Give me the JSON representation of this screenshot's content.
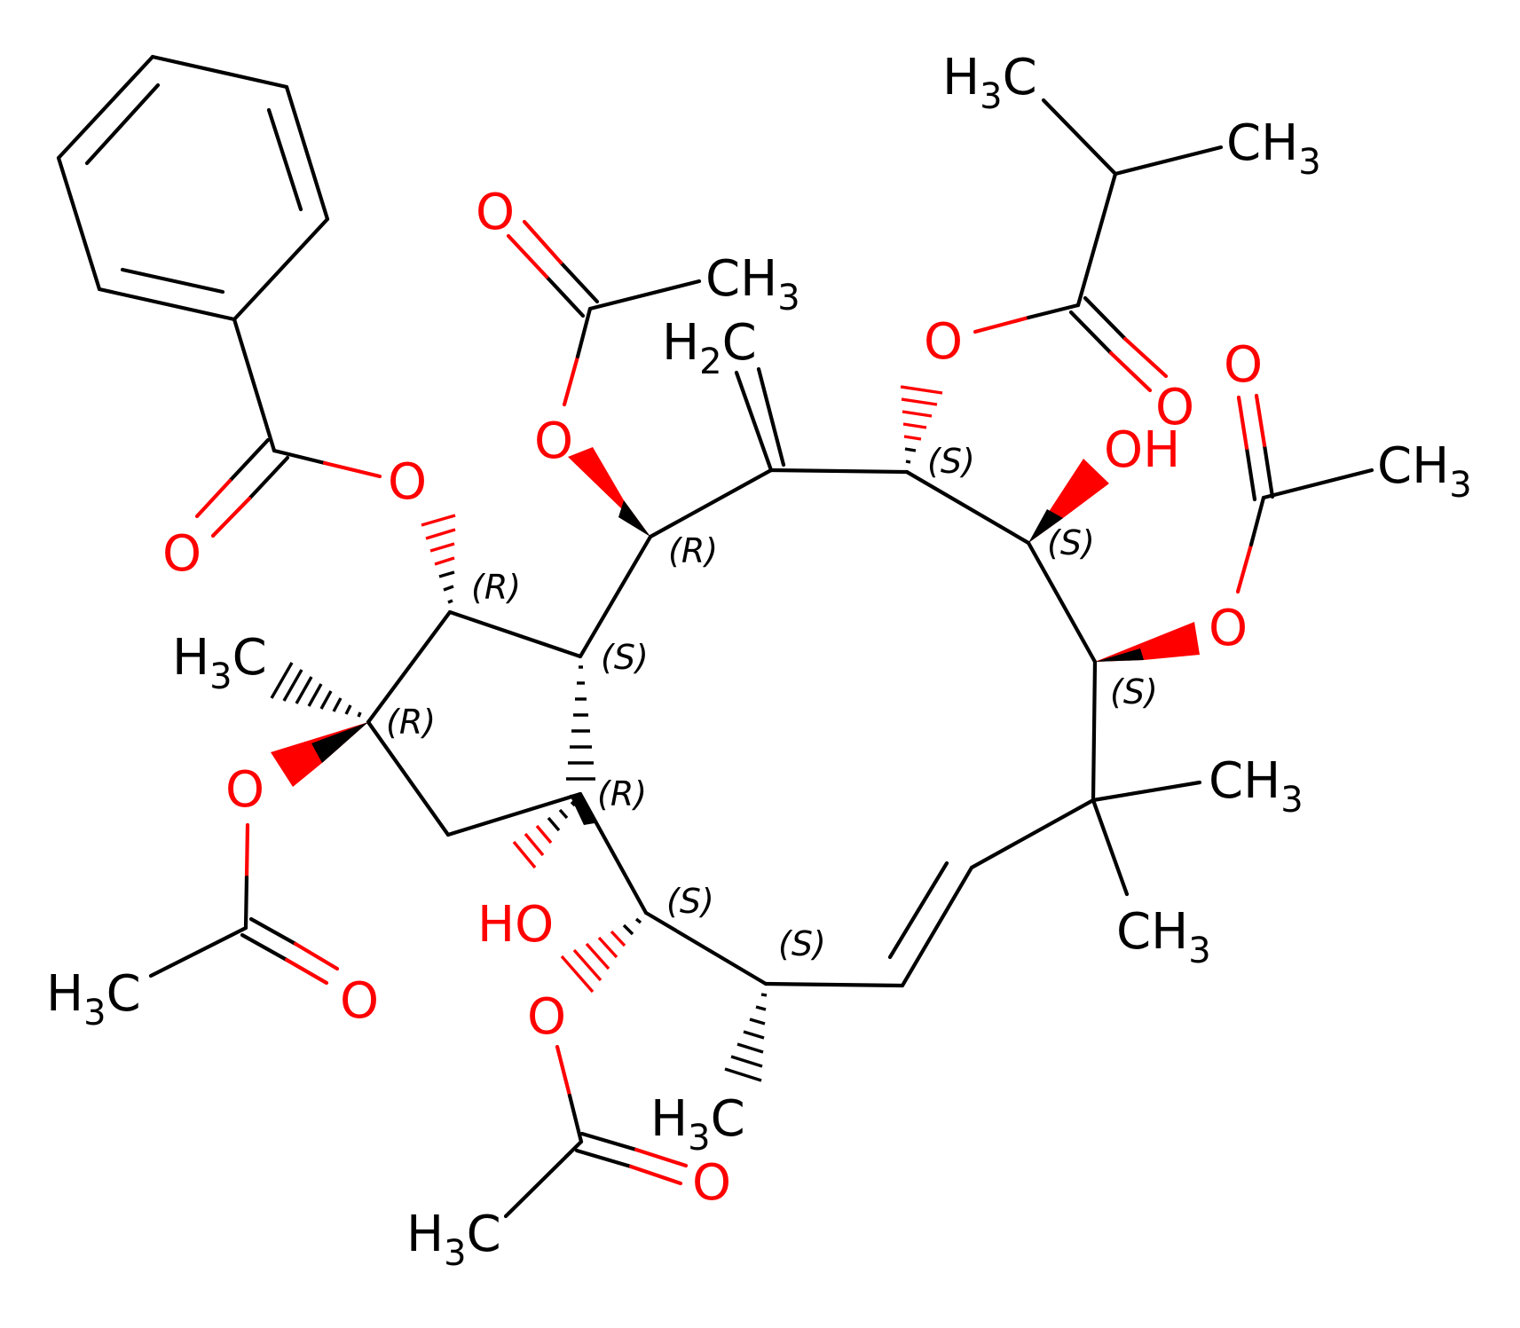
{
  "colors": {
    "carbon": "#000000",
    "oxygen": "#ff0000",
    "background": "#ffffff"
  },
  "atom_labels": {
    "o_benzoyl_carbonyl": "O",
    "o_benzoyl_ester": "O",
    "o_acetyl_top_carbonyl": "O",
    "o_acetyl_top_ester": "O",
    "ch3_acetyl_top": "CH",
    "ch3_acetyl_top_sub": "3",
    "ch2_exo": "H",
    "ch2_exo_sub": "2",
    "ch2_exo_c": "C",
    "h3c_isobutyl": "H",
    "h3c_isobutyl_sub": "3",
    "h3c_isobutyl_c": "C",
    "ch3_isobutyl": "CH",
    "ch3_isobutyl_sub": "3",
    "o_isobutyryl_ester": "O",
    "o_isobutyryl_carbonyl": "O",
    "oh_right_o": "O",
    "oh_right_h": "H",
    "o_acetyl_right_carbonyl": "O",
    "ch3_acetyl_right": "CH",
    "ch3_acetyl_right_sub": "3",
    "o_acetyl_right_ester": "O",
    "ch3_gem_upper": "CH",
    "ch3_gem_upper_sub": "3",
    "ch3_gem_lower": "CH",
    "ch3_gem_lower_sub": "3",
    "h3c_left_methyl": "H",
    "h3c_left_methyl_sub": "3",
    "h3c_left_methyl_c": "C",
    "o_acetyl_left_ester": "O",
    "o_acetyl_left_carbonyl": "O",
    "h3c_acetyl_left": "H",
    "h3c_acetyl_left_sub": "3",
    "h3c_acetyl_left_c": "C",
    "oh_ring_h": "H",
    "oh_ring_o": "O",
    "o_acetyl_bottom_ester": "O",
    "o_acetyl_bottom_carbonyl": "O",
    "h3c_acetyl_bottom": "H",
    "h3c_acetyl_bottom_sub": "3",
    "h3c_acetyl_bottom_c": "C",
    "h3c_bottom_methyl": "H",
    "h3c_bottom_methyl_sub": "3",
    "h3c_bottom_methyl_c": "C"
  },
  "stereo_labels": {
    "c_ring_top_left": "(R)",
    "c_ring_junction_upper": "(S)",
    "c_acetoxy_top": "(R)",
    "c_isobutyryloxy": "(S)",
    "c_hydroxy_right": "(S)",
    "c_acetoxy_right": "(S)",
    "c_methyl_left": "(R)",
    "c_junction_lower": "(R)",
    "c_acetoxy_bottom": "(S)",
    "c_methyl_bottom": "(S)"
  }
}
